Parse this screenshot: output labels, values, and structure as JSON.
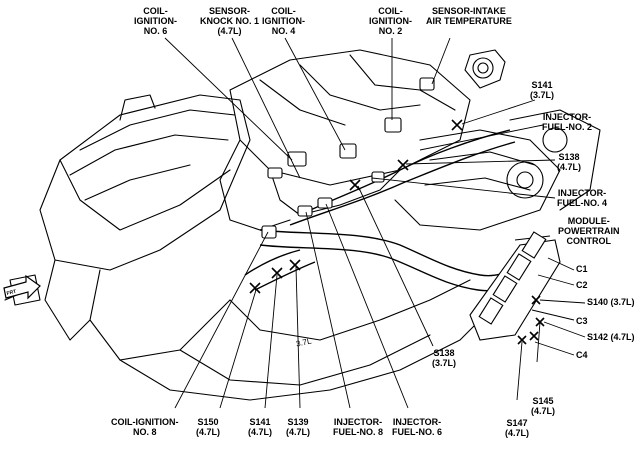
{
  "callouts": {
    "coil_6": {
      "line1": "COIL-",
      "line2": "IGNITION-",
      "line3": "NO. 6"
    },
    "knock_1": {
      "line1": "SENSOR-",
      "line2": "KNOCK NO. 1",
      "line3": "(4.7L)"
    },
    "coil_4": {
      "line1": "COIL-",
      "line2": "IGNITION-",
      "line3": "NO. 4"
    },
    "coil_2": {
      "line1": "COIL-",
      "line2": "IGNITION-",
      "line3": "NO. 2"
    },
    "iat": {
      "line1": "SENSOR-INTAKE",
      "line2": "AIR TEMPERATURE"
    },
    "s141_37": {
      "line1": "S141",
      "line2": "(3.7L)"
    },
    "inj_2": {
      "line1": "INJECTOR-",
      "line2": "FUEL-NO. 2"
    },
    "s138_47": {
      "line1": "S138",
      "line2": "(4.7L)"
    },
    "inj_4": {
      "line1": "INJECTOR-",
      "line2": "FUEL-NO. 4"
    },
    "pcm": {
      "line1": "MODULE-",
      "line2": "POWERTRAIN",
      "line3": "CONTROL"
    },
    "c1": {
      "line1": "C1"
    },
    "c2": {
      "line1": "C2"
    },
    "s140": {
      "line1": "S140 (3.7L)"
    },
    "c3": {
      "line1": "C3"
    },
    "s142": {
      "line1": "S142 (4.7L)"
    },
    "c4": {
      "line1": "C4"
    },
    "s138_37": {
      "line1": "S138",
      "line2": "(3.7L)"
    },
    "s145": {
      "line1": "S145",
      "line2": "(4.7L)"
    },
    "s147": {
      "line1": "S147",
      "line2": "(4.7L)"
    },
    "coil_8": {
      "line1": "COIL-IGNITION-",
      "line2": "NO. 8"
    },
    "s150": {
      "line1": "S150",
      "line2": "(4.7L)"
    },
    "s141_47": {
      "line1": "S141",
      "line2": "(4.7L)"
    },
    "s139": {
      "line1": "S139",
      "line2": "(4.7L)"
    },
    "inj_8": {
      "line1": "INJECTOR-",
      "line2": "FUEL-NO. 8"
    },
    "inj_6": {
      "line1": "INJECTOR-",
      "line2": "FUEL-NO. 6"
    }
  },
  "engine_engraving": "3.7L"
}
